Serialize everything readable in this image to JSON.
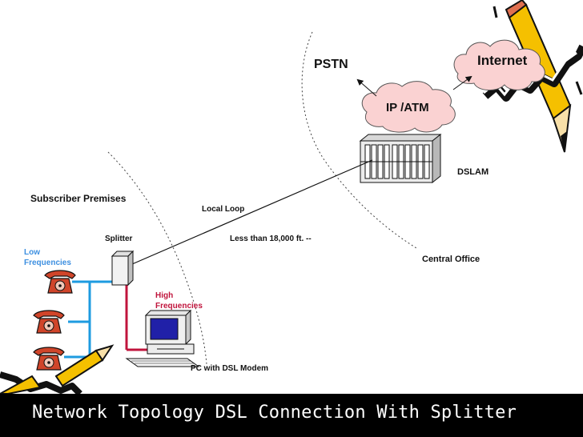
{
  "diagram": {
    "nodes": {
      "pstn": "PSTN",
      "internet": "Internet",
      "ip_atm": "IP /ATM",
      "dslam": "DSLAM",
      "subscriber_premises": "Subscriber Premises",
      "local_loop": "Local Loop",
      "splitter": "Splitter",
      "distance": "Less than 18,000 ft.  --",
      "low_freq_line1": "Low",
      "low_freq_line2": "Frequencies",
      "central_office": "Central Office",
      "high_freq_line1": "High",
      "high_freq_line2": "Frequencies",
      "pc": "PC with DSL Modem"
    },
    "colors": {
      "low_frequency_line": "#1e9be0",
      "high_frequency_line": "#c0143c",
      "cloud_fill": "#fad2d2",
      "pencil_body": "#f5c000",
      "phone_red": "#d0452a"
    },
    "edges": [
      {
        "from": "splitter",
        "to": "dslam",
        "label": "Local Loop"
      },
      {
        "from": "splitter",
        "to": "telephones",
        "label": "Low Frequencies"
      },
      {
        "from": "splitter",
        "to": "pc",
        "label": "High Frequencies"
      },
      {
        "from": "ip_atm",
        "to": "pstn"
      },
      {
        "from": "ip_atm",
        "to": "internet"
      }
    ]
  },
  "footer": {
    "title": "Network Topology DSL Connection With Splitter"
  }
}
